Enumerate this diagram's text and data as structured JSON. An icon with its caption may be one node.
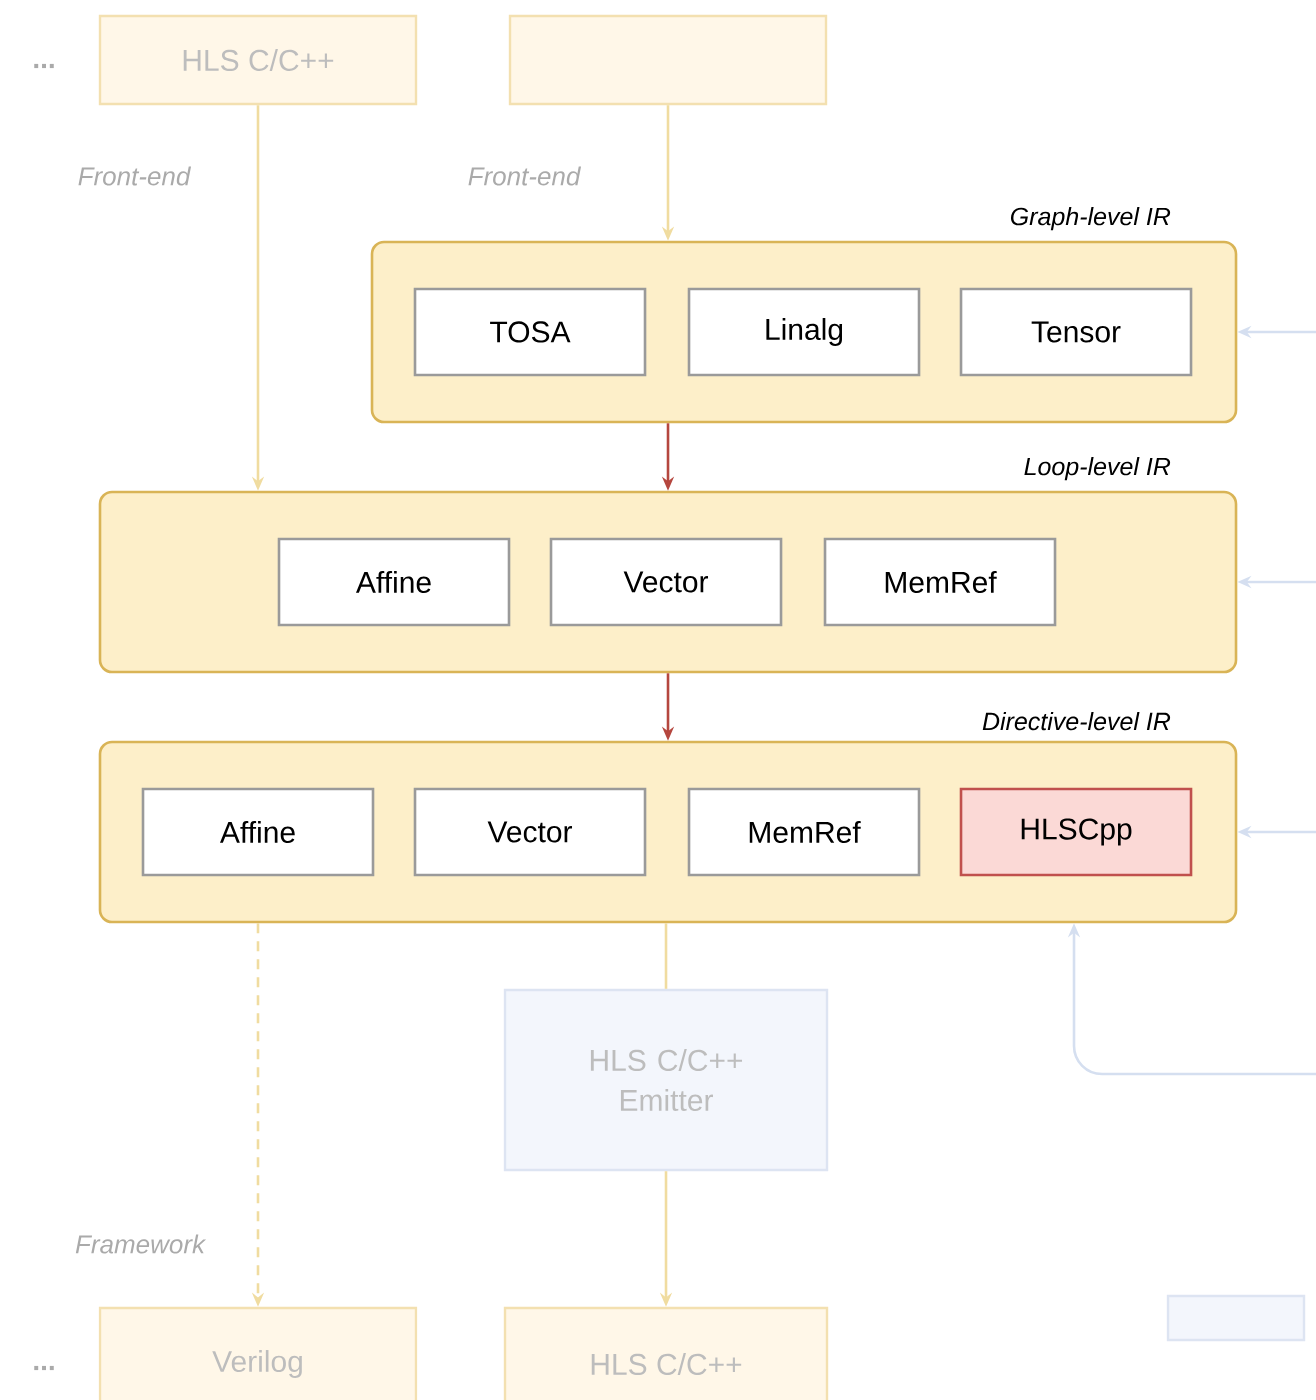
{
  "diagram": {
    "nodes": [
      {
        "text": [
          "HLS C/C++"
        ]
      },
      {
        "text": [],
        "shape": "box"
      },
      {
        "text": [
          "Graph-level IR"
        ]
      },
      {
        "text": [
          "TOSA"
        ],
        "in": 2
      },
      {
        "text": [
          "Linalg"
        ],
        "in": 2
      },
      {
        "text": [
          "Tensor"
        ],
        "in": 2
      },
      {
        "text": [
          "Loop-level IR"
        ]
      },
      {
        "text": [
          "Affine"
        ],
        "in": 6
      },
      {
        "text": [
          "Vector"
        ],
        "in": 6
      },
      {
        "text": [
          "MemRef"
        ],
        "in": 6
      },
      {
        "text": [
          "Directive-level IR"
        ]
      },
      {
        "text": [
          "Affine"
        ],
        "in": 10
      },
      {
        "text": [
          "Vector"
        ],
        "in": 10
      },
      {
        "text": [
          "MemRef"
        ],
        "in": 10
      },
      {
        "text": [
          "HLSCpp"
        ],
        "in": 10
      },
      {
        "text": [
          "HLS C/C++ Emitter"
        ]
      },
      {
        "text": [
          "Verilog"
        ]
      },
      {
        "text": [
          "HLS C/C++"
        ]
      }
    ],
    "edges": [
      {
        "from": 0,
        "to": 6,
        "arrow": "to",
        "label": "Front-end"
      },
      {
        "from": 1,
        "to": 2,
        "arrow": "to",
        "label": "Front-end"
      },
      {
        "from": 2,
        "to": 6,
        "arrow": "to",
        "color": "#b5473f"
      },
      {
        "from": 6,
        "to": 10,
        "arrow": "to",
        "color": "#b5473f"
      },
      {
        "from": 10,
        "to": 16,
        "arrow": "to",
        "style": "dashed",
        "label": "Framework"
      },
      {
        "from": 10,
        "to": 15,
        "arrow": "none"
      },
      {
        "from": 15,
        "to": 17,
        "arrow": "to"
      },
      {
        "from": null,
        "to": 2,
        "arrow": "to",
        "color": "#d5dff0"
      },
      {
        "from": null,
        "to": 6,
        "arrow": "to",
        "color": "#d5dff0"
      },
      {
        "from": null,
        "to": 10,
        "arrow": "to",
        "color": "#d5dff0"
      },
      {
        "from": null,
        "to": 10,
        "arrow": "to",
        "color": "#d5dff0"
      }
    ],
    "labels": [
      "...",
      "..."
    ]
  }
}
